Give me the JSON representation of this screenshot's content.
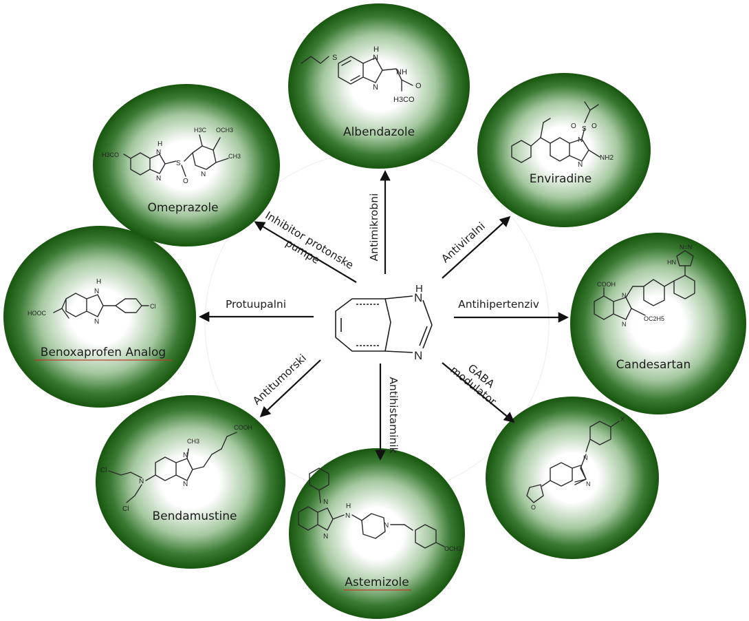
{
  "core": {
    "atom_n_top": "N",
    "atom_h_top": "H",
    "atom_n_bottom": "N"
  },
  "molecules": [
    {
      "id": "albendazole",
      "name": "Albendazole",
      "atoms": {
        "s": "S",
        "h": "H",
        "n1": "N",
        "n2": "N",
        "nh": "NH",
        "o": "O",
        "h3co": "H3CO"
      }
    },
    {
      "id": "enviradine",
      "name": "Enviradine",
      "atoms": {
        "s": "S",
        "o1": "O",
        "o2": "O",
        "n1": "N",
        "n2": "N",
        "nh2": "NH2"
      }
    },
    {
      "id": "candesartan",
      "name": "Candesartan",
      "atoms": {
        "cooh": "COOH",
        "tetrazole": "N=N",
        "hn": "HN",
        "n1": "N",
        "n2": "N",
        "oc2h5": "OC2H5"
      }
    },
    {
      "id": "gaba-modulator-compound",
      "name": "",
      "atoms": {
        "x": "X",
        "n1": "N",
        "n2": "N",
        "o": "O"
      }
    },
    {
      "id": "astemizole",
      "name": "Astemizole",
      "atoms": {
        "n1": "N",
        "n2": "N",
        "h": "H",
        "nh": "N",
        "n3": "N",
        "och3": "OCH3"
      }
    },
    {
      "id": "bendamustine",
      "name": "Bendamustine",
      "atoms": {
        "ch3": "CH3",
        "cooh": "COOH",
        "n1": "N",
        "n2": "N",
        "n3": "N",
        "cl1": "Cl",
        "cl2": "Cl"
      }
    },
    {
      "id": "benoxaprofen-analog",
      "name": "Benoxaprofen Analog",
      "atoms": {
        "hooc": "HOOC",
        "h": "H",
        "n1": "N",
        "n2": "N",
        "cl": "Cl"
      }
    },
    {
      "id": "omeprazole",
      "name": "Omeprazole",
      "atoms": {
        "h3co": "H3CO",
        "h": "H",
        "n1": "N",
        "n2": "N",
        "s": "S",
        "o": "O",
        "h3c": "H3C",
        "och3": "OCH3",
        "ch3": "CH3",
        "n3": "N"
      }
    }
  ],
  "relations": [
    {
      "id": "antimikrobni",
      "label": "Antimikrobni"
    },
    {
      "id": "antiviralni",
      "label": "Antiviralni"
    },
    {
      "id": "antihipertenziv",
      "label": "Antihipertenziv"
    },
    {
      "id": "gaba",
      "label_line1": "GABA",
      "label_line2": "modulator"
    },
    {
      "id": "antihistaminik",
      "label": "Antihistaminik"
    },
    {
      "id": "antitumorski",
      "label": "Antitumorski"
    },
    {
      "id": "protuupalni",
      "label": "Protuupalni"
    },
    {
      "id": "inhibitor",
      "label_line1": "Inhibitor protonske",
      "label_line2": "pumpe"
    }
  ],
  "colors": {
    "blob_dark": "#1c5e16",
    "blob_mid": "#9cc498",
    "blob_light": "#ffffff",
    "underline": "#c0392b"
  }
}
